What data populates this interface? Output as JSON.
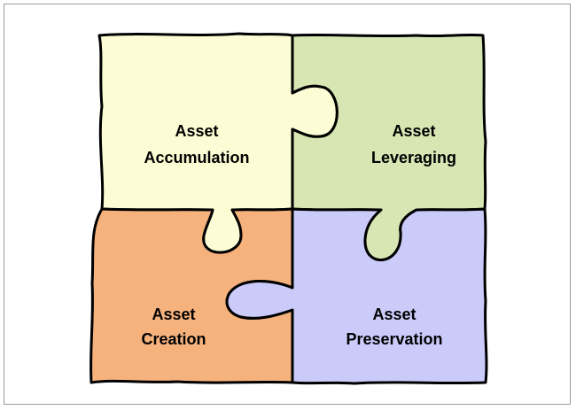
{
  "pieces": [
    {
      "id": "accumulation",
      "line1": "Asset",
      "line2": "Accumulation",
      "color": "#fdfdd5"
    },
    {
      "id": "leveraging",
      "line1": "Asset",
      "line2": "Leveraging",
      "color": "#d8e6b4"
    },
    {
      "id": "creation",
      "line1": "Asset",
      "line2": "Creation",
      "color": "#f6b27d"
    },
    {
      "id": "preservation",
      "line1": "Asset",
      "line2": "Preservation",
      "color": "#cacbf9"
    }
  ]
}
